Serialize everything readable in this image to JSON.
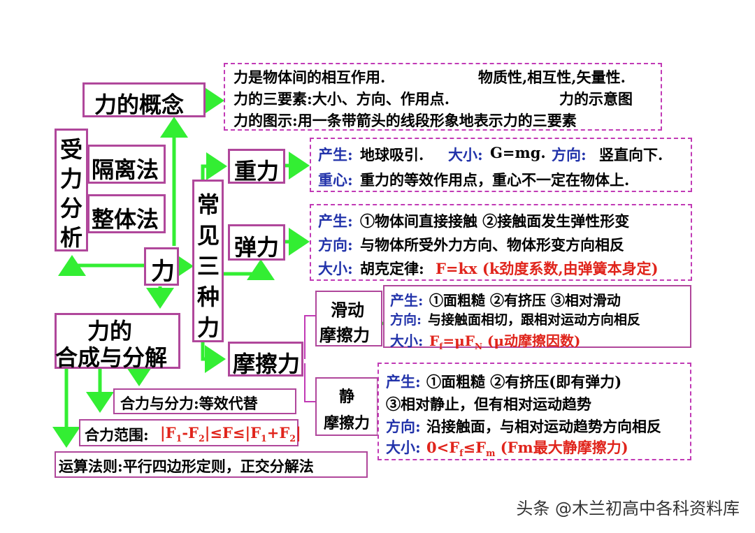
{
  "concept": {
    "title": "力的概念",
    "line1a": "力是物体间的相互作用.",
    "line1b": "物质性,相互性,矢量性.",
    "line2a": "力的三要素:大小、方向、作用点.",
    "line2b": "力的示意图",
    "line3": "力的图示:用一条带箭头的线段形象地表示力的三要素"
  },
  "analysis": {
    "title_chars": [
      "受",
      "力",
      "分",
      "析"
    ],
    "isolation": "隔离法",
    "whole": "整体法"
  },
  "center": "力",
  "common": {
    "chars": [
      "常",
      "见",
      "三",
      "种",
      "力"
    ]
  },
  "gravity": {
    "title": "重力",
    "produce_label": "产生:",
    "produce": "地球吸引.",
    "size_label": "大小:",
    "size": "G=mg.",
    "dir_label": "方向:",
    "dir": "竖直向下.",
    "center_label": "重心:",
    "center": "重力的等效作用点，重心不一定在物体上."
  },
  "elastic": {
    "title": "弹力",
    "produce_label": "产生:",
    "produce": "①物体间直接接触 ②接触面发生弹性形变",
    "dir_label": "方向:",
    "dir": "与物体所受外力方向、物体形变方向相反",
    "size_label": "大小:",
    "size_text": "胡克定律:",
    "size_formula": "F=kx (k劲度系数,由弹簧本身定)"
  },
  "friction": {
    "title": "摩擦力",
    "sliding_title_1": "滑动",
    "sliding_title_2": "摩擦力",
    "sliding": {
      "produce_label": "产生:",
      "produce": "①面粗糙 ②有挤压 ③相对滑动",
      "dir_label": "方向:",
      "dir": "与接触面相切，跟相对运动方向相反",
      "size_label": "大小:",
      "size_a": "F",
      "size_sub_a": "f",
      "size_b": "=μF",
      "size_sub_b": "N",
      "size_c": " (μ动摩擦因数)"
    },
    "static_title_1": "静",
    "static_title_2": "摩擦力",
    "static": {
      "produce_label": "产生:",
      "produce": "①面粗糙 ②有挤压(即有弹力)",
      "line2": "③相对静止，但有相对运动趋势",
      "dir_label": "方向:",
      "dir": "沿接触面，与相对运动趋势方向相反",
      "size_label": "大小:",
      "size_a": "0<F",
      "size_sub_a": "f",
      "size_b": "≤F",
      "size_sub_b": "m",
      "size_c": " (Fm最大静摩擦力)"
    }
  },
  "composition": {
    "title_1": "力的",
    "title_2": "合成与分解",
    "equivalent": "合力与分力:等效代替",
    "range_label": "合力范围:",
    "range_a": "|F",
    "range_s1": "1",
    "range_b": "-F",
    "range_s2": "2",
    "range_c": "|≤F≤|F",
    "range_s3": "1",
    "range_d": "+F",
    "range_s4": "2",
    "range_e": "|",
    "rule": "运算法则:平行四边形定则，正交分解法"
  },
  "watermark": "头条 @木兰初高中各科资料库",
  "colors": {
    "border": "#b0479b",
    "dashed": "#c13ab5",
    "arrow": "#33ee33",
    "blue": "#2233aa",
    "red": "#e0241b"
  }
}
